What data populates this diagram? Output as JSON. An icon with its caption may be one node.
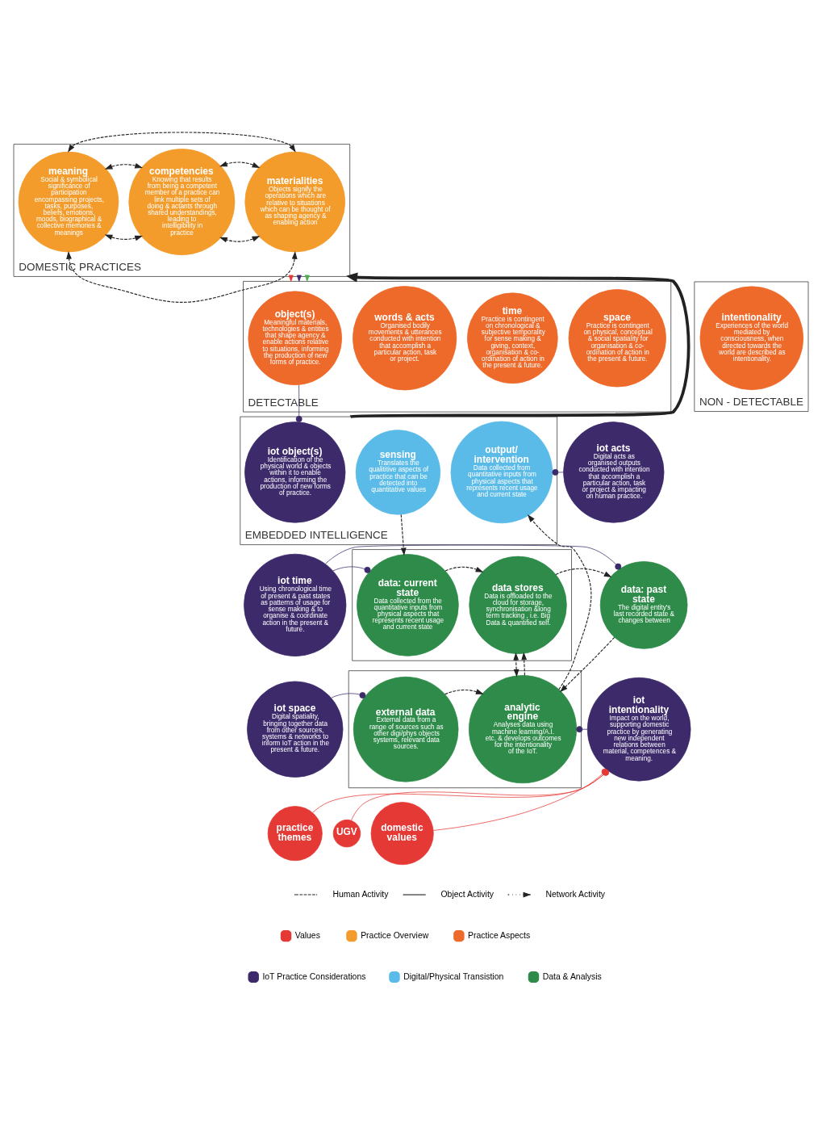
{
  "diagram": {
    "nodes": [
      {
        "text": [
          "DOMESTIC PRACTICES"
        ]
      },
      {
        "text": [
          "materialities",
          "Objects signify the operations which are relative to situations which can be thought of as shaping agency & enabling action"
        ],
        "in": 0
      },
      {
        "text": [
          "competencies",
          "Knowing that results from being a competent member of a practice can link multiple sets of doing & actants through shared understandings, leading to intelligibility in practice"
        ],
        "in": 0
      },
      {
        "text": [
          "meaning",
          "Social & symbolical significance of participation encompassing projects, tasks, purposes, beliefs, emotions, moods, biographical & collective memories & meanings"
        ],
        "in": 0
      },
      {
        "text": [
          "DETECTABLE"
        ]
      },
      {
        "text": [
          "object(s)",
          "Meaningful materials, technologies & entities that shape agency & enable actions relative to situations, informing the production of new forms of practice."
        ],
        "in": 4
      },
      {
        "text": [
          "words & acts",
          "Organised bodily movements & utterances conducted with intention that accomplish a particular action, task or project."
        ],
        "in": 4
      },
      {
        "text": [
          "time",
          "Practice is contingent on chronological & subjective temporality for sense making & giving, context, organisation & co-ordination of action in the present & future."
        ],
        "in": 4
      },
      {
        "text": [
          "space",
          "Practice is contingent on physical, conceptual & social spatiality for organisation & co-ordination of action in the present & future."
        ],
        "in": 4
      },
      {
        "text": [
          "NON - DETECTABLE"
        ]
      },
      {
        "text": [
          "intentionality",
          "Experiences of the world mediated by consciousness, when directed towards the world are described as intentionality."
        ],
        "in": 9
      },
      {
        "text": [
          "EMBEDDED INTELLIGENCE"
        ]
      },
      {
        "text": [
          "iot object(s)",
          "Identification of the physical world & objects within it to enable actions, informing the production of new forms of practice."
        ],
        "in": 11
      },
      {
        "text": [
          "sensing",
          "Translates the qualititive aspects of practice that can be detected into quantitative values"
        ],
        "in": 11
      },
      {
        "text": [
          "output/ intervention",
          "Data collected from quantitative inputs from physical aspects that represents recent usage and current state"
        ],
        "in": 11
      },
      {
        "text": [
          "iot acts",
          "Digital acts as organised outputs conducted with intention that accomplish a particular action, task or project & impacting on human practice."
        ]
      },
      {
        "text": [],
        "shape": "box"
      },
      {
        "text": [
          "data: current state",
          "Data collected from the quantitative inputs from physical aspects that represents recent usage and current state"
        ],
        "in": 16
      },
      {
        "text": [
          "data stores",
          "Data is offloaded to the cloud for storage, synchronisation &long term tracking , i.e. Big Data & quantified self."
        ],
        "in": 16
      },
      {
        "text": [
          "iot time",
          "Using chronological time of present & past states as patterns of usage for sense making & to organise & coordinate action in the present & future."
        ]
      },
      {
        "text": [
          "data: past state",
          "The digital entity's last recorded state & changes between"
        ]
      },
      {
        "text": [],
        "shape": "box"
      },
      {
        "text": [
          "external data",
          "External data from a range of sources such as other digi/phys objects systems, relevant data sources."
        ],
        "in": 21
      },
      {
        "text": [
          "analytic engine",
          "Analyses data using machine learning/A.I. etc. & develops outcomes for the intentionality of the IoT."
        ],
        "in": 21
      },
      {
        "text": [
          "iot space",
          "Digital spatiality, bringing together data from other sources, systems & networks to inform IoT action in the present & future."
        ]
      },
      {
        "text": [
          "iot intentionality",
          "Impact on the world, supporting domestic practice by generating new independent relations between material, competences & meaning."
        ]
      },
      {
        "text": [
          "practice themes"
        ]
      },
      {
        "text": [
          "UGV"
        ]
      },
      {
        "text": [
          "domestic values"
        ]
      }
    ],
    "edges": [
      {
        "from": 1,
        "to": 2,
        "arrow": "both",
        "style": "dashed"
      },
      {
        "from": 1,
        "to": 2,
        "arrow": "both",
        "style": "dashed"
      },
      {
        "from": 2,
        "to": 3,
        "arrow": "both",
        "style": "dashed"
      },
      {
        "from": 2,
        "to": 3,
        "arrow": "both",
        "style": "dashed"
      },
      {
        "from": 1,
        "to": 3,
        "arrow": "both",
        "style": "dashed"
      },
      {
        "from": 1,
        "to": 3,
        "arrow": "both",
        "style": "dashed"
      },
      {
        "from": 0,
        "to": 4,
        "arrow": "to",
        "color": "#e53935"
      },
      {
        "from": 0,
        "to": 4,
        "arrow": "to",
        "color": "#3d2a6b"
      },
      {
        "from": 0,
        "to": 4,
        "arrow": "to",
        "color": "#4caf50"
      },
      {
        "from": 5,
        "to": 12,
        "arrow": "other",
        "color": "#3d2a6b"
      },
      {
        "from": 11,
        "to": 0,
        "arrow": "to",
        "style": "thick"
      },
      {
        "from": 15,
        "to": 14,
        "arrow": "other",
        "color": "#3d2a6b"
      },
      {
        "from": 13,
        "to": 17,
        "arrow": "to",
        "style": "dashed"
      },
      {
        "from": 19,
        "to": 17,
        "arrow": "other",
        "color": "#3d2a6b"
      },
      {
        "from": 19,
        "to": 20,
        "arrow": "other",
        "color": "#3d2a6b"
      },
      {
        "from": 17,
        "to": 18,
        "arrow": "to",
        "style": "dashed"
      },
      {
        "from": 18,
        "to": 20,
        "arrow": "to",
        "style": "dashed"
      },
      {
        "from": 20,
        "to": 23,
        "arrow": "to",
        "style": "dashed"
      },
      {
        "from": 22,
        "to": 23,
        "arrow": "to",
        "style": "dashed"
      },
      {
        "from": 23,
        "to": 18,
        "arrow": "both",
        "style": "dashed"
      },
      {
        "from": 23,
        "to": 18,
        "arrow": "to",
        "style": "dashed"
      },
      {
        "from": 24,
        "to": 22,
        "arrow": "other",
        "color": "#3d2a6b"
      },
      {
        "from": 25,
        "to": 23,
        "arrow": "other",
        "color": "#3d2a6b"
      },
      {
        "from": 23,
        "to": 14,
        "arrow": "to",
        "style": "dashed"
      },
      {
        "from": 26,
        "to": 25,
        "arrow": "other",
        "color": "#e53935"
      },
      {
        "from": 27,
        "to": 25,
        "arrow": "other",
        "color": "#e53935"
      },
      {
        "from": 28,
        "to": 25,
        "arrow": "other",
        "color": "#e53935"
      }
    ],
    "legend": [
      {
        "text": "Human Activity"
      },
      {
        "text": "Object Activity"
      },
      {
        "text": "Network Activity"
      },
      {
        "text": "Values",
        "color": "#e53935"
      },
      {
        "text": "Practice Overview",
        "color": "#f39c2c"
      },
      {
        "text": "Practice Aspects",
        "color": "#ee6a2b"
      },
      {
        "text": "IoT Practice Considerations",
        "color": "#3d2a6b"
      },
      {
        "text": "Digital/Physical Transistion",
        "color": "#5bbbe8"
      },
      {
        "text": "Data & Analysis",
        "color": "#2e8b4a"
      }
    ]
  }
}
